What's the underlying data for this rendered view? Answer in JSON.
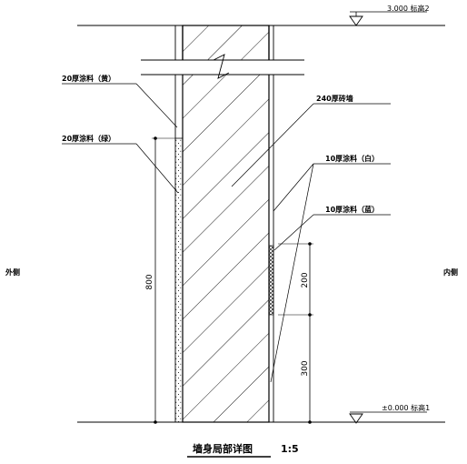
{
  "drawing": {
    "title": "墙身局部详图",
    "scale": "1:5",
    "side_left": "外侧",
    "side_right": "内侧",
    "elevation_top": "3.000 标高2",
    "elevation_bottom": "±0.000 标高1",
    "callouts": {
      "coat_yellow": "20厚涂料（黄）",
      "coat_green": "20厚涂料（绿）",
      "brick_wall": "240厚砖墙",
      "coat_white": "10厚涂料（白）",
      "coat_blue": "10厚涂料（蓝）"
    },
    "dimensions": {
      "left_height": "800",
      "right_upper": "200",
      "right_lower": "300"
    }
  }
}
